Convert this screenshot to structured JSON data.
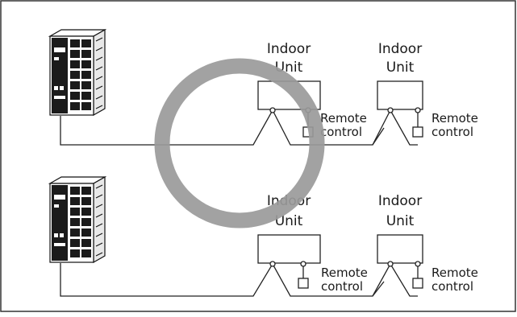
{
  "diagram": {
    "border_color": "#333333",
    "line_color": "#222222",
    "ring_color": "#9a9a9a",
    "ring_meaning": "correct",
    "top": {
      "outdoor_icon": "outdoor-unit-icon",
      "indoor_units": [
        {
          "label_line1": "Indoor",
          "label_line2": "Unit",
          "remote_line1": "Remote",
          "remote_line2": "control"
        },
        {
          "label_line1": "Indoor",
          "label_line2": "Unit",
          "remote_line1": "Remote",
          "remote_line2": "control"
        }
      ]
    },
    "bottom": {
      "outdoor_icon": "outdoor-unit-icon",
      "indoor_units": [
        {
          "label_line1": "Indoor",
          "label_line2": "Unit",
          "remote_line1": "Remote",
          "remote_line2": "control"
        },
        {
          "label_line1": "Indoor",
          "label_line2": "Unit",
          "remote_line1": "Remote",
          "remote_line2": "control"
        }
      ]
    }
  }
}
